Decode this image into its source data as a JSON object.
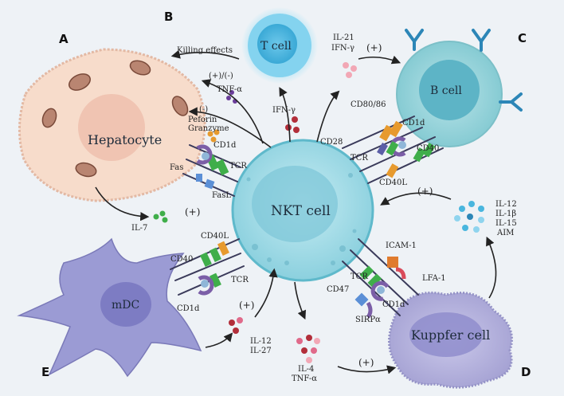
{
  "panels": {
    "a": "A",
    "b": "B",
    "c": "C",
    "d": "D",
    "e": "E"
  },
  "cells": {
    "hepatocyte": "Hepatocyte",
    "t_cell": "T cell",
    "b_cell": "B cell",
    "nkt_cell": "NKT cell",
    "mdc": "mDC",
    "kuppfer": "Kuppfer cell"
  },
  "labels": {
    "killing_effects": "Killing effects",
    "plus_minus": "(+)/(-)",
    "tnf_alpha": "TNF-α",
    "minus": "(-)",
    "perforin": "Peforin",
    "granzyme": "Granzyme",
    "ifn_gamma_mid": "IFN-γ",
    "il21": "IL-21",
    "ifn_gamma_top": "IFN-γ",
    "plus_top": "(+)",
    "cd80_86": "CD80/86",
    "cd28": "CD28",
    "cd1d_b": "CD1d",
    "tcr_b": "TCR",
    "cd40_b": "CD40",
    "cd40l_b": "CD40L",
    "fas": "Fas",
    "fasl": "FasL",
    "cd1d_a": "CD1d",
    "tcr_a": "TCR",
    "il7": "IL-7",
    "plus_il7": "(+)",
    "plus_right": "(+)",
    "il12_d": "IL-12",
    "il1b": "IL-1β",
    "il15": "IL-15",
    "aim": "AIM",
    "cd40l_e": "CD40L",
    "cd40_e": "CD40",
    "tcr_e": "TCR",
    "cd1d_e": "CD1d",
    "plus_e": "(+)",
    "il12_e": "IL-12",
    "il27": "IL-27",
    "icam1": "ICAM-1",
    "lfa1": "LFA-1",
    "tcr_d": "TCR",
    "cd47": "CD47",
    "cd1d_d": "CD1d",
    "sirpa": "SIRPα",
    "il4": "IL-4",
    "tnf_alpha_bottom": "TNF-α",
    "plus_bottom": "(+)"
  },
  "colors": {
    "background": "#eef2f6",
    "nkt": "#8fd3e0",
    "t_cell": "#3aa9d6",
    "b_cell": "#8ecfd6",
    "hepatocyte": "#f7dccb",
    "mdc": "#9b9bd4",
    "kuppfer": "#b5b3dc",
    "receptor_green": "#3fae4a",
    "receptor_purple": "#7b5ea7",
    "receptor_orange": "#e79a2e",
    "antibody_blue": "#2c86b7"
  }
}
